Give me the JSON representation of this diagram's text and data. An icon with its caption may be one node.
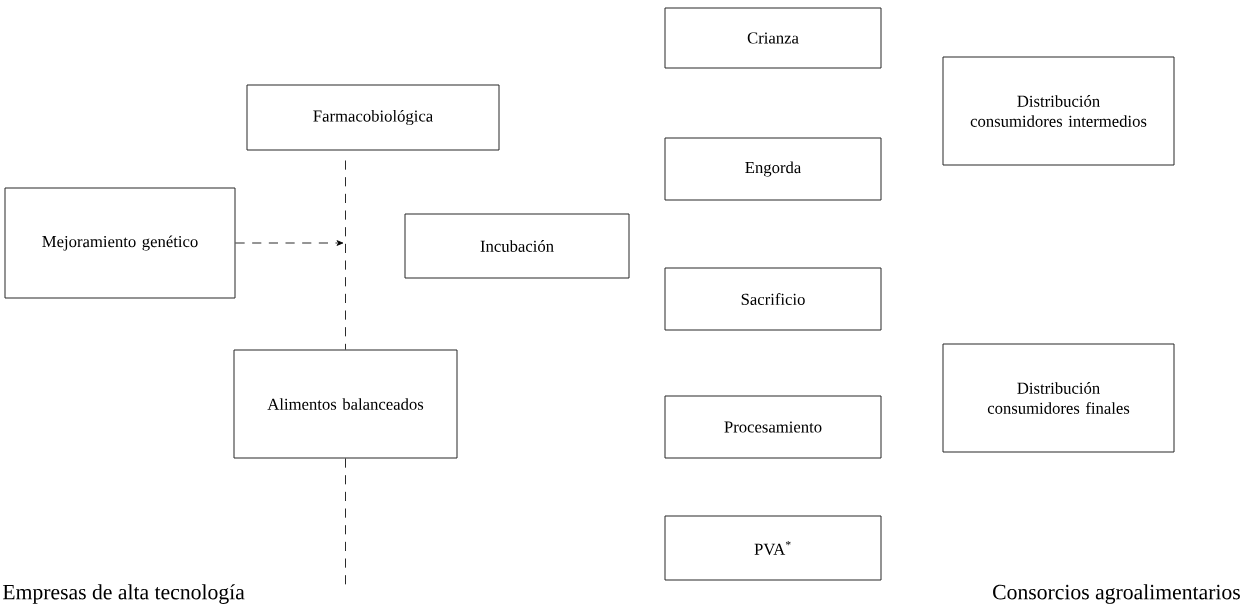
{
  "diagram": {
    "nodes": [
      {
        "text": [
          "Farmacobiológica"
        ]
      },
      {
        "text": [
          "Mejoramiento genético"
        ]
      },
      {
        "text": [
          "Incubación"
        ]
      },
      {
        "text": [
          "Alimentos balanceados"
        ]
      },
      {
        "text": [
          "Crianza"
        ]
      },
      {
        "text": [
          "Engorda"
        ]
      },
      {
        "text": [
          "Sacrificio"
        ]
      },
      {
        "text": [
          "Procesamiento"
        ]
      },
      {
        "text": [
          "PVA$^{*}$"
        ]
      },
      {
        "text": [
          "Distribución consumidores intermedios"
        ]
      },
      {
        "text": [
          "Distribución consumidores finales"
        ]
      }
    ],
    "edges": [
      {
        "from": 0,
        "to": 3,
        "arrow": "none",
        "style": "dashed"
      },
      {
        "from": 3,
        "to": null,
        "arrow": "none",
        "style": "dashed"
      },
      {
        "from": 1,
        "to": null,
        "arrow": "to",
        "style": "dashed"
      }
    ],
    "labels": [
      "Empresas de alta tecnología",
      "Consorcios agroalimentarios"
    ]
  }
}
